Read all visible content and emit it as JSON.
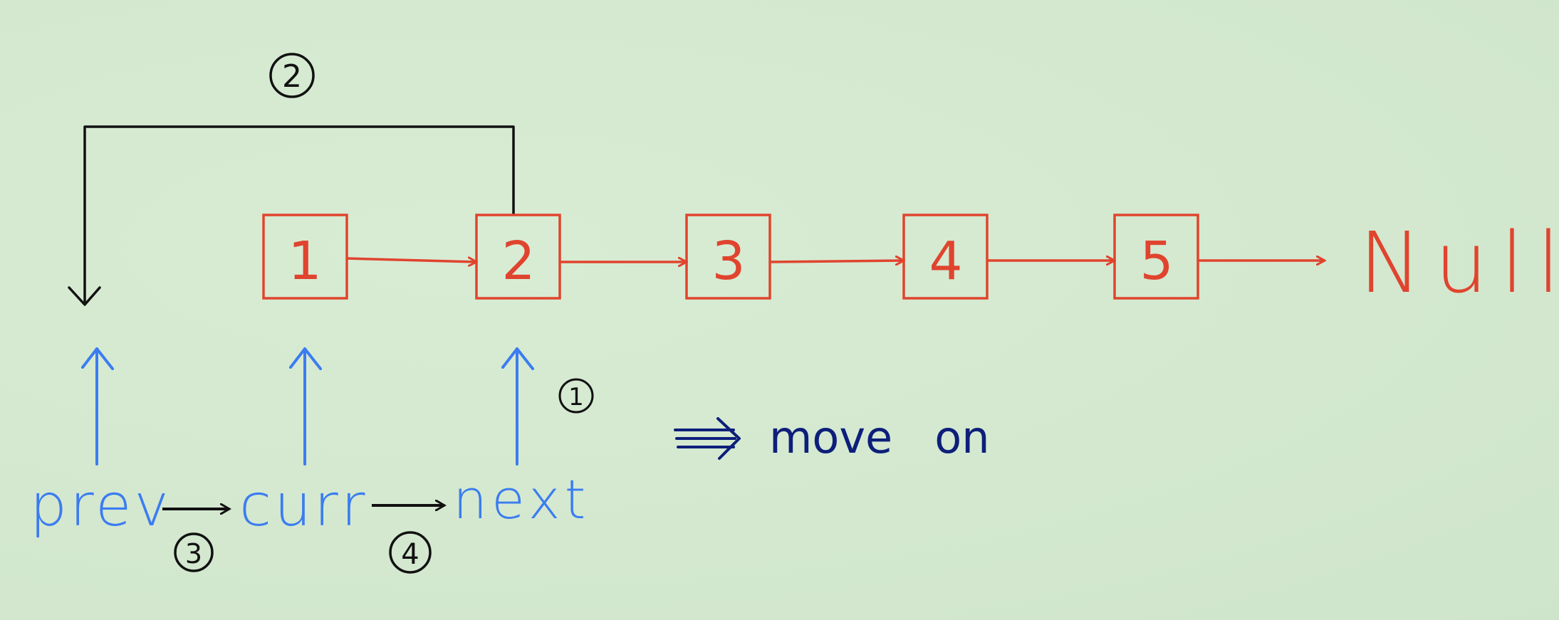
{
  "nodes": [
    {
      "label": "1"
    },
    {
      "label": "2"
    },
    {
      "label": "3"
    },
    {
      "label": "4"
    },
    {
      "label": "5"
    }
  ],
  "terminal": "Null",
  "pointers": {
    "prev": "prev",
    "curr": "curr",
    "next": "next"
  },
  "steps": {
    "step1": "1",
    "step2": "2",
    "step3": "3",
    "step4": "4"
  },
  "note": {
    "arrow": "⟹",
    "text": "move   on"
  },
  "colors": {
    "background": "#d5ead1",
    "node": "#e0442e",
    "pointer": "#3b7cf0",
    "black": "#111111",
    "note": "#0d1f7a"
  }
}
